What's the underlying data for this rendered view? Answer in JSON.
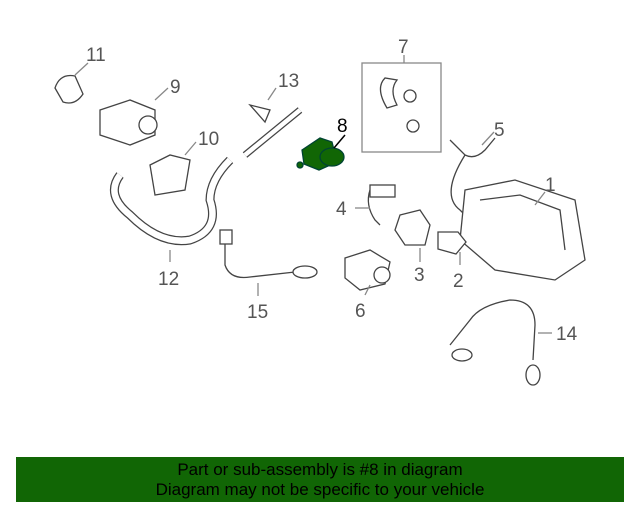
{
  "callouts": [
    "1",
    "2",
    "3",
    "4",
    "5",
    "6",
    "7",
    "8",
    "9",
    "10",
    "11",
    "12",
    "13",
    "14",
    "15"
  ],
  "highlighted_part": "8",
  "highlight_color": "#116605",
  "banner": {
    "line1": "Part or sub-assembly is #8 in diagram",
    "line2": "Diagram may not be specific to your vehicle",
    "color": "#116605"
  }
}
